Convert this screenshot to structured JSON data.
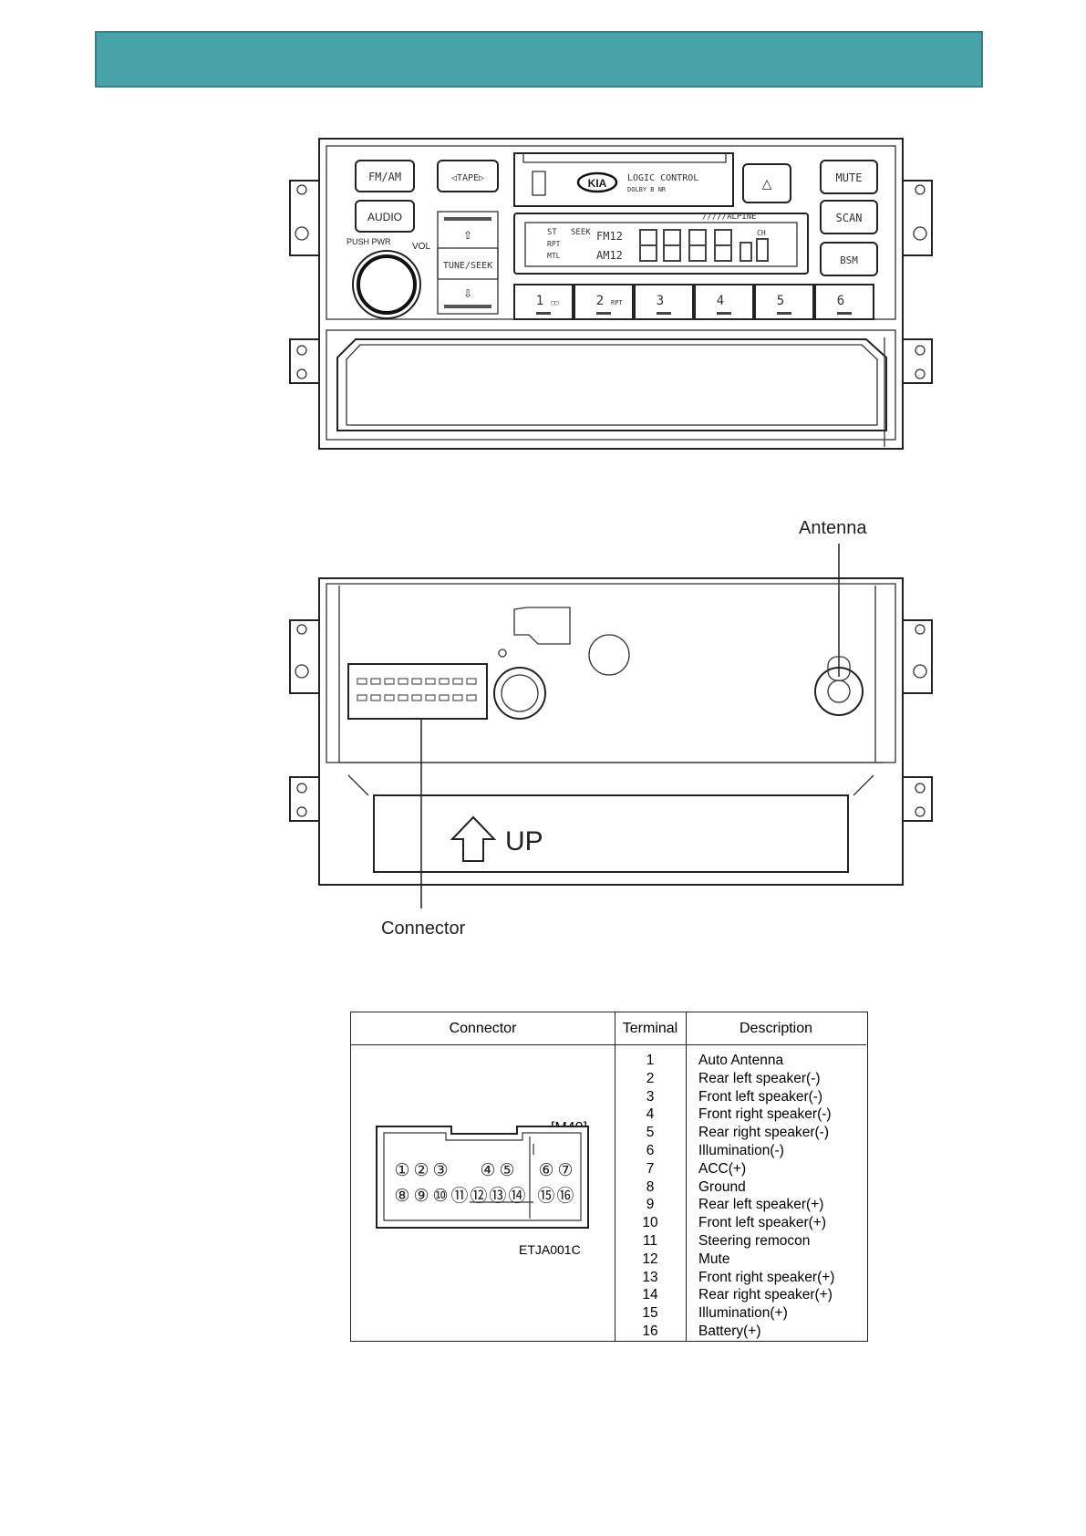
{
  "header": {
    "color": "#46a4a8"
  },
  "front_panel": {
    "buttons": {
      "fm_am": "FM/AM",
      "tape": "◁TAPE▷",
      "audio": "AUDIO",
      "mute": "MUTE",
      "scan": "SCAN",
      "bsm": "BSM",
      "eject": "△",
      "tune_seek": "TUNE/SEEK"
    },
    "brand": "KIA",
    "logic_control": "LOGIC CONTROL",
    "dolby": "DOLBY B NR",
    "alpine": "/////ALPINE",
    "push_pwr": "PUSH PWR",
    "vol": "VOL",
    "display": {
      "st": "ST",
      "seek": "SEEK",
      "rpt": "RPT",
      "mtl": "MTL",
      "fm12": "FM12",
      "am12": "AM12",
      "ch": "CH"
    },
    "presets": [
      "1",
      "2",
      "3",
      "4",
      "5",
      "6"
    ],
    "preset_sub": [
      "▢▢",
      "RPT"
    ]
  },
  "rear_panel": {
    "antenna_label": "Antenna",
    "connector_label": "Connector",
    "up_label": "UP"
  },
  "table": {
    "headers": {
      "connector": "Connector",
      "terminal": "Terminal",
      "description": "Description"
    },
    "connector_id": "[M40]",
    "figure_code": "ETJA001C",
    "pin_row_top": [
      "①",
      "②",
      "③",
      "④",
      "⑤",
      "⑥",
      "⑦"
    ],
    "pin_row_bottom": [
      "⑧",
      "⑨",
      "⑩",
      "⑪",
      "⑫",
      "⑬",
      "⑭",
      "⑮",
      "⑯"
    ],
    "rows": [
      {
        "terminal": "1",
        "description": "Auto Antenna"
      },
      {
        "terminal": "2",
        "description": "Rear left speaker(-)"
      },
      {
        "terminal": "3",
        "description": "Front left speaker(-)"
      },
      {
        "terminal": "4",
        "description": "Front right speaker(-)"
      },
      {
        "terminal": "5",
        "description": "Rear right speaker(-)"
      },
      {
        "terminal": "6",
        "description": "Illumination(-)"
      },
      {
        "terminal": "7",
        "description": "ACC(+)"
      },
      {
        "terminal": "8",
        "description": "Ground"
      },
      {
        "terminal": "9",
        "description": "Rear left speaker(+)"
      },
      {
        "terminal": "10",
        "description": "Front left speaker(+)"
      },
      {
        "terminal": "11",
        "description": "Steering remocon"
      },
      {
        "terminal": "12",
        "description": "Mute"
      },
      {
        "terminal": "13",
        "description": "Front right speaker(+)"
      },
      {
        "terminal": "14",
        "description": "Rear right speaker(+)"
      },
      {
        "terminal": "15",
        "description": "Illumination(+)"
      },
      {
        "terminal": "16",
        "description": "Battery(+)"
      }
    ]
  }
}
